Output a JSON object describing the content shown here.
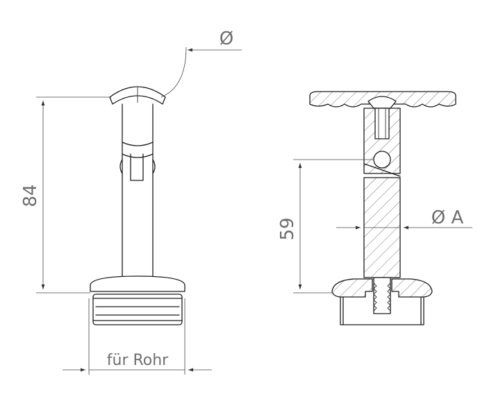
{
  "labels": {
    "diameter_top": "Ø",
    "height_left": "84",
    "height_right": "59",
    "diameter_a": "Ø A",
    "tube_width": "für Rohr"
  },
  "colors": {
    "stroke": "#1a1a1a",
    "label": "#6e6e6e",
    "background": "#ffffff"
  }
}
